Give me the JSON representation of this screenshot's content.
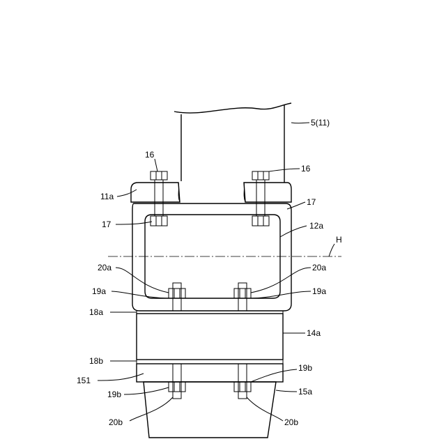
{
  "labels": {
    "post": "5(11)",
    "bolt_left": "16",
    "bolt_right": "16",
    "flange_top": "11a",
    "nut_top_left": "17",
    "nut_top_right": "17",
    "frame": "12a",
    "axis": "H",
    "washer_left": "20a",
    "washer_right": "20a",
    "nut_mid_left": "19a",
    "nut_mid_right": "19a",
    "plate_upper": "18a",
    "rubber": "14a",
    "plate_lower": "18b",
    "base_flange": "151",
    "nut_low_left": "19b",
    "nut_low_right": "19b",
    "base": "15a",
    "washer_low_left": "20b",
    "washer_low_right": "20b"
  }
}
